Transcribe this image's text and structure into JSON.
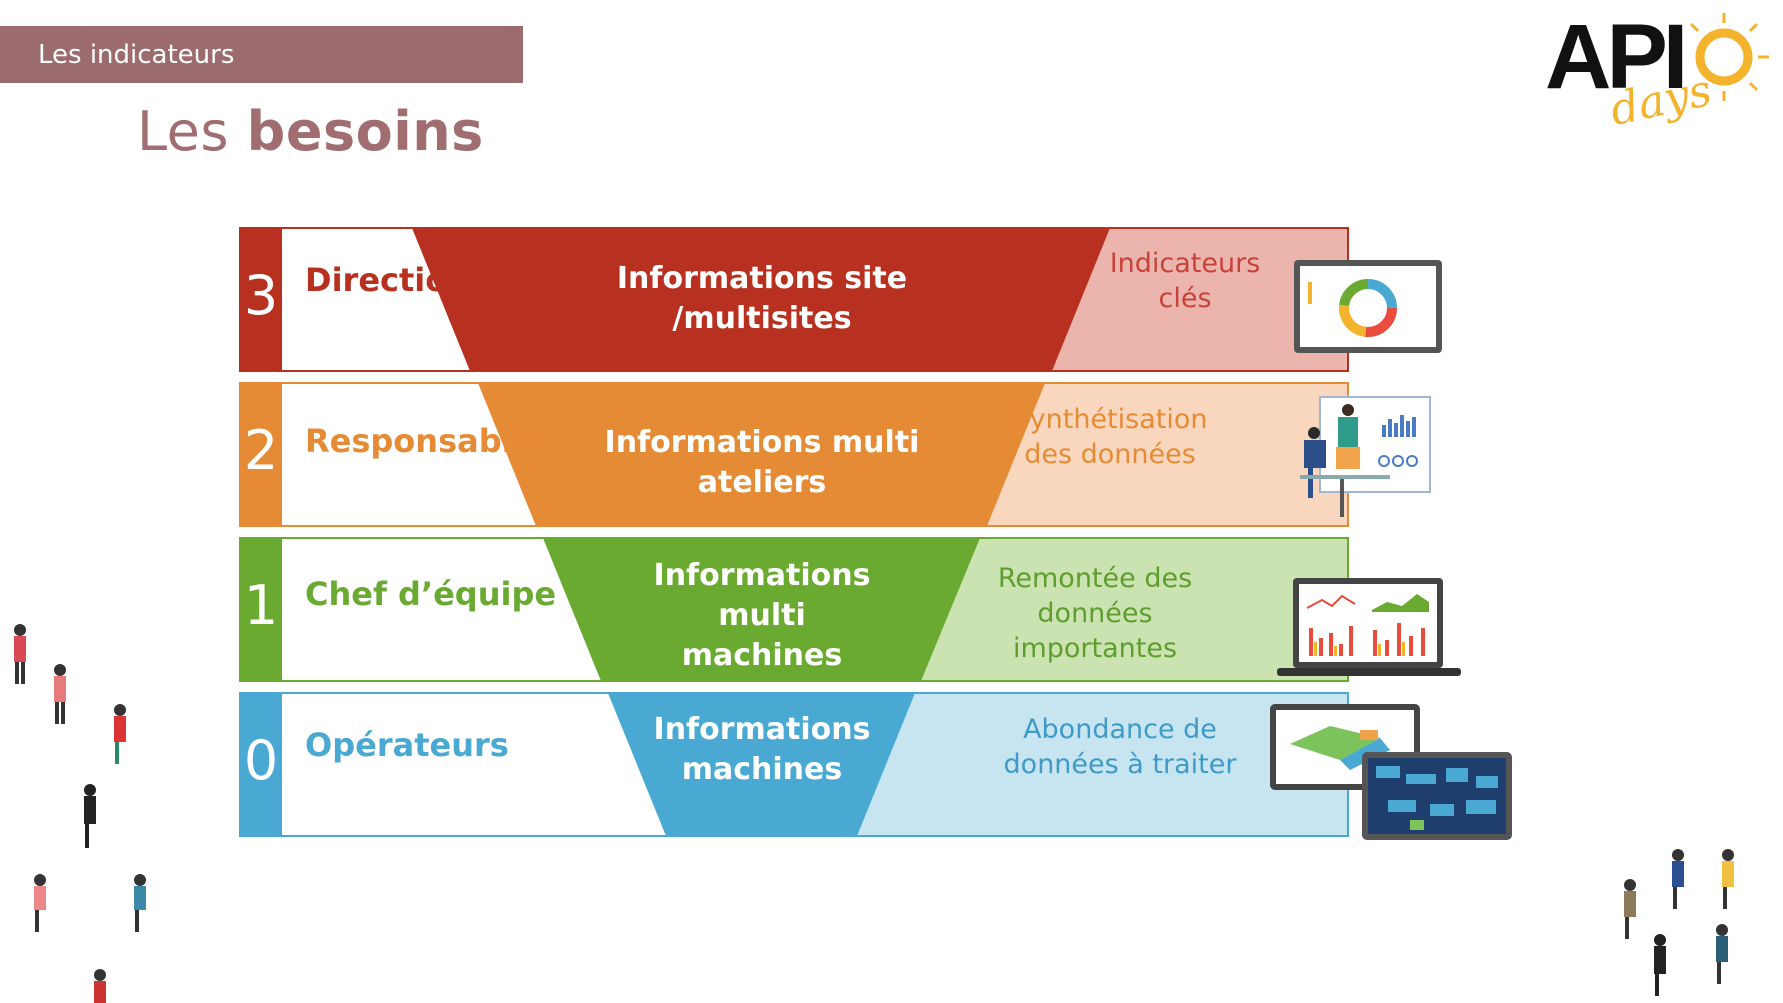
{
  "section": "Les indicateurs",
  "title_light": "Les ",
  "title_bold": "besoins",
  "logo": {
    "api": "API",
    "days": "days"
  },
  "rows": [
    {
      "number": "3",
      "role": "Direction",
      "info": "Informations site /multisites",
      "result": "Indicateurs clés",
      "dark": "#b8301f",
      "light": "#ebb5ae",
      "result_color": "#c8423a",
      "role_color": "#b8301f",
      "device": "tablet-donut-icon"
    },
    {
      "number": "2",
      "role": "Responsable",
      "info": "Informations multi ateliers",
      "result": "Synthétisation des données",
      "dark": "#e68b35",
      "light": "#f8d7be",
      "result_color": "#e68b35",
      "role_color": "#e68b35",
      "device": "analysts-dashboard-icon"
    },
    {
      "number": "1",
      "role": "Chef d’équipe",
      "info": "Informations multi machines",
      "result": "Remontée des données importantes",
      "dark": "#6aaa31",
      "light": "#cbe3b0",
      "result_color": "#5e9e2f",
      "role_color": "#6aaa31",
      "device": "laptop-charts-icon"
    },
    {
      "number": "0",
      "role": "Opérateurs",
      "info": "Informations machines",
      "result": "Abondance de données à traiter",
      "dark": "#4aa9d3",
      "light": "#c6e5f1",
      "result_color": "#3f9ac7",
      "role_color": "#4aa9d3",
      "device": "tablets-maps-icon"
    }
  ]
}
